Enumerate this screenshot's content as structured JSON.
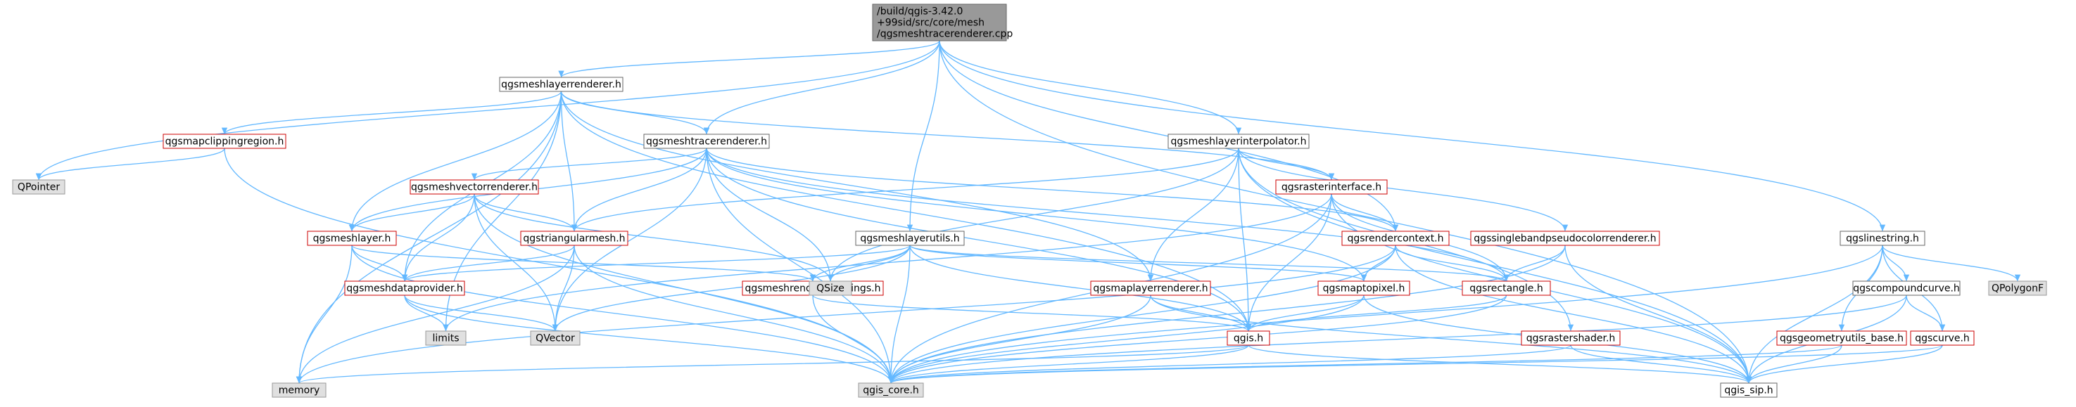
{
  "colors": {
    "edge": "#63b8ff",
    "black_border": "#666666",
    "red_border": "#cc0000",
    "gray_fill": "#e0e0e0",
    "root_fill": "#999999",
    "root_border": "#666666",
    "white_fill": "#ffffff"
  },
  "nodes": [
    {
      "id": "root",
      "lines": [
        "/build/qgis-3.42.0",
        "+99sid/src/core/mesh",
        "/qgsmeshtracerenderer.cpp"
      ],
      "style": "root"
    },
    {
      "id": "meshlayerrenderer",
      "lines": [
        "qgsmeshlayerrenderer.h"
      ],
      "style": "normal"
    },
    {
      "id": "mapclippingregion",
      "lines": [
        "qgsmapclippingregion.h"
      ],
      "style": "red"
    },
    {
      "id": "qpointer",
      "lines": [
        "QPointer"
      ],
      "style": "gray"
    },
    {
      "id": "meshtracerenderer",
      "lines": [
        "qgsmeshtracerenderer.h"
      ],
      "style": "normal"
    },
    {
      "id": "meshlayerinterpolator",
      "lines": [
        "qgsmeshlayerinterpolator.h"
      ],
      "style": "normal"
    },
    {
      "id": "meshvectorrenderer",
      "lines": [
        "qgsmeshvectorrenderer.h"
      ],
      "style": "red"
    },
    {
      "id": "rasterinterface",
      "lines": [
        "qgsrasterinterface.h"
      ],
      "style": "red"
    },
    {
      "id": "meshlayer",
      "lines": [
        "qgsmeshlayer.h"
      ],
      "style": "red"
    },
    {
      "id": "triangularmesh",
      "lines": [
        "qgstriangularmesh.h"
      ],
      "style": "red"
    },
    {
      "id": "meshlayerutils",
      "lines": [
        "qgsmeshlayerutils.h"
      ],
      "style": "normal"
    },
    {
      "id": "rendercontext",
      "lines": [
        "qgsrendercontext.h"
      ],
      "style": "red"
    },
    {
      "id": "singleband",
      "lines": [
        "qgssinglebandpseudocolorrenderer.h"
      ],
      "style": "red"
    },
    {
      "id": "linestring",
      "lines": [
        "qgslinestring.h"
      ],
      "style": "normal"
    },
    {
      "id": "meshdataprovider",
      "lines": [
        "qgsmeshdataprovider.h"
      ],
      "style": "red"
    },
    {
      "id": "meshrenderersettings",
      "lines": [
        "qgsmeshrenderersettings.h"
      ],
      "style": "red"
    },
    {
      "id": "qsize",
      "lines": [
        "QSize"
      ],
      "style": "gray"
    },
    {
      "id": "maplayerrenderer",
      "lines": [
        "qgsmaplayerrenderer.h"
      ],
      "style": "red"
    },
    {
      "id": "maptopixel",
      "lines": [
        "qgsmaptopixel.h"
      ],
      "style": "red"
    },
    {
      "id": "rectangle",
      "lines": [
        "qgsrectangle.h"
      ],
      "style": "red"
    },
    {
      "id": "compoundcurve",
      "lines": [
        "qgscompoundcurve.h"
      ],
      "style": "normal"
    },
    {
      "id": "qpolygonf",
      "lines": [
        "QPolygonF"
      ],
      "style": "gray"
    },
    {
      "id": "limits",
      "lines": [
        "limits"
      ],
      "style": "gray"
    },
    {
      "id": "qvector",
      "lines": [
        "QVector"
      ],
      "style": "gray"
    },
    {
      "id": "qgis",
      "lines": [
        "qgis.h"
      ],
      "style": "red"
    },
    {
      "id": "rastershader",
      "lines": [
        "qgsrastershader.h"
      ],
      "style": "red"
    },
    {
      "id": "geometryutils",
      "lines": [
        "qgsgeometryutils_base.h"
      ],
      "style": "red"
    },
    {
      "id": "curve",
      "lines": [
        "qgscurve.h"
      ],
      "style": "red"
    },
    {
      "id": "memory",
      "lines": [
        "memory"
      ],
      "style": "gray"
    },
    {
      "id": "qgis_core",
      "lines": [
        "qgis_core.h"
      ],
      "style": "gray"
    },
    {
      "id": "qgis_sip",
      "lines": [
        "qgis_sip.h"
      ],
      "style": "normal"
    }
  ],
  "edges": [
    [
      "root",
      "meshlayerrenderer"
    ],
    [
      "root",
      "meshtracerenderer"
    ],
    [
      "root",
      "meshlayerinterpolator"
    ],
    [
      "root",
      "meshlayerutils"
    ],
    [
      "root",
      "qpointer"
    ],
    [
      "root",
      "rendercontext"
    ],
    [
      "root",
      "linestring"
    ],
    [
      "root",
      "qgis_sip"
    ],
    [
      "meshlayerrenderer",
      "mapclippingregion"
    ],
    [
      "meshlayerrenderer",
      "meshtracerenderer"
    ],
    [
      "meshlayerrenderer",
      "meshlayer"
    ],
    [
      "meshlayerrenderer",
      "triangularmesh"
    ],
    [
      "meshlayerrenderer",
      "meshdataprovider"
    ],
    [
      "meshlayerrenderer",
      "rasterinterface"
    ],
    [
      "meshlayerrenderer",
      "maplayerrenderer"
    ],
    [
      "meshlayerrenderer",
      "limits"
    ],
    [
      "meshlayerrenderer",
      "memory"
    ],
    [
      "meshlayerrenderer",
      "qgis"
    ],
    [
      "mapclippingregion",
      "qpointer"
    ],
    [
      "mapclippingregion",
      "qgis_core"
    ],
    [
      "meshtracerenderer",
      "meshvectorrenderer"
    ],
    [
      "meshtracerenderer",
      "meshlayer"
    ],
    [
      "meshtracerenderer",
      "triangularmesh"
    ],
    [
      "meshtracerenderer",
      "qsize"
    ],
    [
      "meshtracerenderer",
      "qvector"
    ],
    [
      "meshtracerenderer",
      "qgis_core"
    ],
    [
      "meshtracerenderer",
      "maptopixel"
    ],
    [
      "meshtracerenderer",
      "rendercontext"
    ],
    [
      "meshtracerenderer",
      "qgis"
    ],
    [
      "meshtracerenderer",
      "rectangle"
    ],
    [
      "meshlayerinterpolator",
      "rasterinterface"
    ],
    [
      "meshlayerinterpolator",
      "singleband"
    ],
    [
      "meshlayerinterpolator",
      "triangularmesh"
    ],
    [
      "meshlayerinterpolator",
      "qsize"
    ],
    [
      "meshlayerinterpolator",
      "maplayerrenderer"
    ],
    [
      "meshlayerinterpolator",
      "qgis"
    ],
    [
      "meshlayerinterpolator",
      "rastershader"
    ],
    [
      "meshlayerinterpolator",
      "qgis_sip"
    ],
    [
      "meshvectorrenderer",
      "meshlayer"
    ],
    [
      "meshvectorrenderer",
      "triangularmesh"
    ],
    [
      "meshvectorrenderer",
      "meshdataprovider"
    ],
    [
      "meshvectorrenderer",
      "qvector"
    ],
    [
      "meshvectorrenderer",
      "qgis_core"
    ],
    [
      "meshvectorrenderer",
      "qsize"
    ],
    [
      "rasterinterface",
      "rendercontext"
    ],
    [
      "rasterinterface",
      "rectangle"
    ],
    [
      "rasterinterface",
      "qgis"
    ],
    [
      "rasterinterface",
      "limits"
    ],
    [
      "rasterinterface",
      "qgis_sip"
    ],
    [
      "rasterinterface",
      "qgis_core"
    ],
    [
      "meshlayer",
      "meshdataprovider"
    ],
    [
      "meshlayer",
      "meshrenderersettings"
    ],
    [
      "meshlayer",
      "memory"
    ],
    [
      "meshlayer",
      "qgis_core"
    ],
    [
      "triangularmesh",
      "meshdataprovider"
    ],
    [
      "triangularmesh",
      "qvector"
    ],
    [
      "triangularmesh",
      "qgis_core"
    ],
    [
      "triangularmesh",
      "memory"
    ],
    [
      "meshlayerutils",
      "meshdataprovider"
    ],
    [
      "meshlayerutils",
      "meshrenderersettings"
    ],
    [
      "meshlayerutils",
      "qvector"
    ],
    [
      "meshlayerutils",
      "qsize"
    ],
    [
      "meshlayerutils",
      "maptopixel"
    ],
    [
      "meshlayerutils",
      "rectangle"
    ],
    [
      "meshlayerutils",
      "qgis_core"
    ],
    [
      "meshlayerutils",
      "qgis"
    ],
    [
      "rendercontext",
      "maptopixel"
    ],
    [
      "rendercontext",
      "rectangle"
    ],
    [
      "rendercontext",
      "qgis_core"
    ],
    [
      "rendercontext",
      "qgis_sip"
    ],
    [
      "rendercontext",
      "memory"
    ],
    [
      "singleband",
      "rectangle"
    ],
    [
      "singleband",
      "qgis_core"
    ],
    [
      "singleband",
      "qgis_sip"
    ],
    [
      "linestring",
      "compoundcurve"
    ],
    [
      "linestring",
      "qpolygonf"
    ],
    [
      "linestring",
      "curve"
    ],
    [
      "linestring",
      "geometryutils"
    ],
    [
      "linestring",
      "qgis_core"
    ],
    [
      "linestring",
      "qgis_sip"
    ],
    [
      "meshdataprovider",
      "limits"
    ],
    [
      "meshdataprovider",
      "qvector"
    ],
    [
      "meshdataprovider",
      "qgis_core"
    ],
    [
      "meshrenderersettings",
      "qgis"
    ],
    [
      "meshrenderersettings",
      "qgis_core"
    ],
    [
      "maplayerrenderer",
      "qgis"
    ],
    [
      "maplayerrenderer",
      "qgis_core"
    ],
    [
      "maplayerrenderer",
      "qgis_sip"
    ],
    [
      "maptopixel",
      "qgis"
    ],
    [
      "maptopixel",
      "qgis_core"
    ],
    [
      "maptopixel",
      "qgis_sip"
    ],
    [
      "rectangle",
      "qgis"
    ],
    [
      "rectangle",
      "qgis_core"
    ],
    [
      "compoundcurve",
      "curve"
    ],
    [
      "compoundcurve",
      "qgis_core"
    ],
    [
      "compoundcurve",
      "qgis_sip"
    ],
    [
      "qgis",
      "qgis_core"
    ],
    [
      "qgis",
      "qgis_sip"
    ],
    [
      "qgis",
      "memory"
    ],
    [
      "rastershader",
      "qgis_core"
    ],
    [
      "rastershader",
      "qgis_sip"
    ],
    [
      "geometryutils",
      "qgis_core"
    ],
    [
      "geometryutils",
      "qgis_sip"
    ],
    [
      "curve",
      "qgis_core"
    ],
    [
      "curve",
      "qgis_sip"
    ]
  ]
}
